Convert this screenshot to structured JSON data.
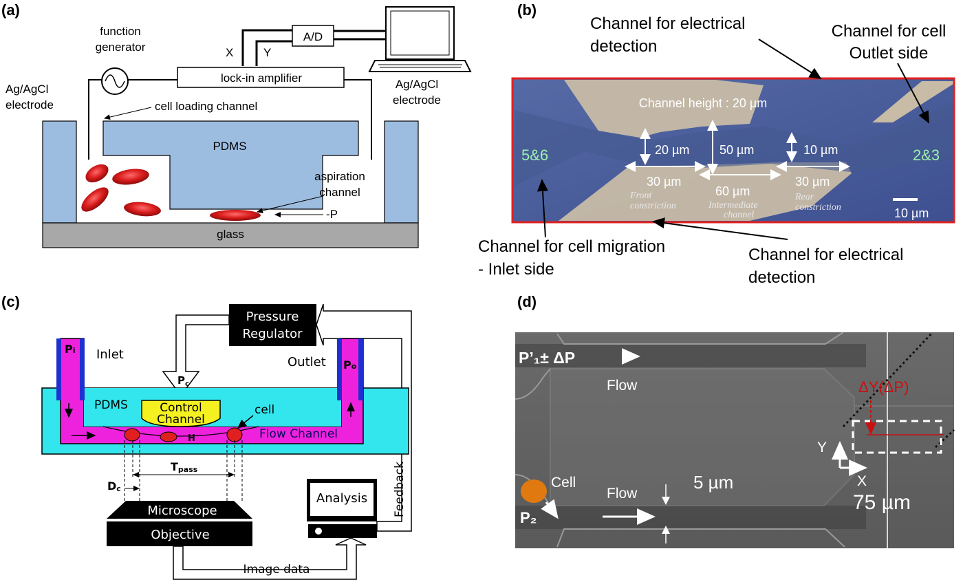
{
  "panels": {
    "a": {
      "letter": "(a)",
      "function_generator": [
        "function",
        "generator"
      ],
      "ad": "A/D",
      "x": "X",
      "y": "Y",
      "lockin": "lock-in amplifier",
      "electrode_left": [
        "Ag/AgCl",
        "electrode"
      ],
      "electrode_right": [
        "Ag/AgCl",
        "electrode"
      ],
      "cell_loading": "cell loading channel",
      "pdms": "PDMS",
      "aspiration": [
        "aspiration",
        "channel"
      ],
      "minus_p": "-P",
      "glass": "glass"
    },
    "b": {
      "letter": "(b)",
      "top_label": [
        "Channel for electrical",
        "detection"
      ],
      "right_label": [
        "Channel for cell",
        "Outlet side"
      ],
      "channel_height": "Channel height : 20 µm",
      "left_id": "5&6",
      "right_id": "2&3",
      "dim_20": "20 µm",
      "dim_50": "50 µm",
      "dim_10": "10 µm",
      "len_30a": "30 µm",
      "len_60": "60 µm",
      "len_30b": "30 µm",
      "front": [
        "Front",
        "constriction"
      ],
      "intermediate": [
        "Intermediate",
        "channel"
      ],
      "rear": [
        "Rear",
        "constriction"
      ],
      "scale": "10 µm",
      "bottom_left": [
        "Channel for cell migration",
        "- Inlet side"
      ],
      "bottom_right": [
        "Channel for electrical",
        "detection"
      ]
    },
    "c": {
      "letter": "(c)",
      "pressure": [
        "Pressure",
        "Regulator"
      ],
      "pi": "P",
      "pi_sub": "i",
      "inlet": "Inlet",
      "outlet": "Outlet",
      "po": "P",
      "po_sub": "o",
      "pc": "P",
      "pc_sub": "c",
      "pdms": "PDMS",
      "control": [
        "Control",
        "Channel"
      ],
      "cell": "cell",
      "h": "H",
      "flow_channel": "Flow Channel",
      "tpass": "T",
      "tpass_sub": "pass",
      "dc": "D",
      "dc_sub": "c",
      "microscope": "Microscope",
      "objective": "Objective",
      "analysis": "Analysis",
      "feedback": "Feedback",
      "image_data": "Image data"
    },
    "d": {
      "letter": "(d)",
      "p1": "P’₁± ΔP",
      "flow1": "Flow",
      "delta_y": "ΔY(ΔP)",
      "y_axis": "Y",
      "x_axis": "X",
      "cell": "Cell",
      "flow2": "Flow",
      "gap": "5 µm",
      "p2": "P₂",
      "width": "75 µm"
    }
  },
  "colors": {
    "pdms_blue": "#9dbde0",
    "rbc_red": "#d42020",
    "glass_gray": "#a8a8a8",
    "chip_blue": "#4a5f9a",
    "electrode_tan": "#c8bca6",
    "border_red": "#e02020",
    "cyan": "#33e6ee",
    "magenta": "#ee22dd",
    "yellow": "#f5f020",
    "dark_blue": "#2030d0",
    "orange_cell": "#e07a10",
    "dashed_red": "#c81010"
  }
}
